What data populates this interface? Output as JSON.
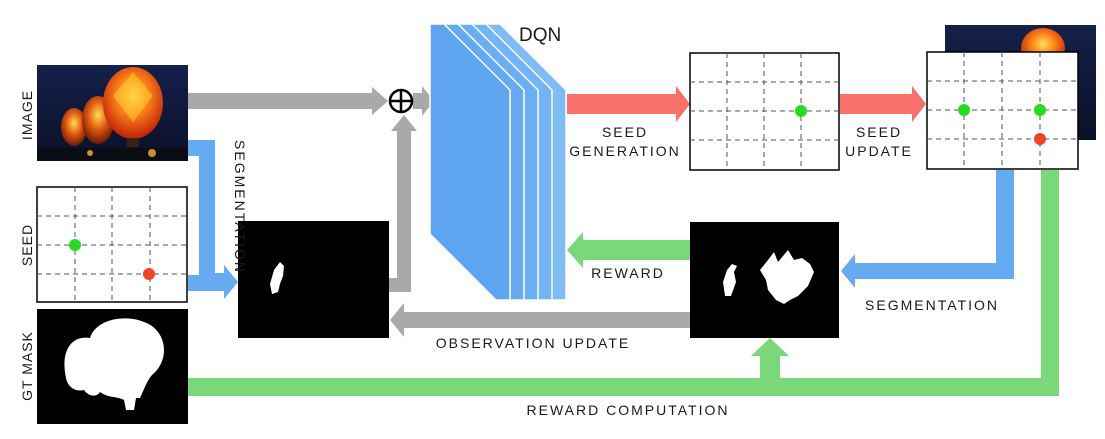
{
  "row_labels": {
    "image": "IMAGE",
    "seed": "SEED",
    "gt_mask": "GT MASK"
  },
  "network": {
    "title": "DQN"
  },
  "operator": {
    "symbol": "⊕"
  },
  "edge_labels": {
    "segmentation_left": "SEGMENTATION",
    "seed_generation_line1": "SEED",
    "seed_generation_line2": "GENERATION",
    "seed_update_line1": "SEED",
    "seed_update_line2": "UPDATE",
    "reward": "REWARD",
    "segmentation_right": "SEGMENTATION",
    "observation_update": "OBSERVATION UPDATE",
    "reward_computation": "REWARD COMPUTATION"
  },
  "colors": {
    "gray_arrow": "#a9a9a9",
    "blue_arrow": "#66aaf2",
    "red_arrow": "#f8706a",
    "green_arrow": "#7ad77a",
    "dqn_layer": "#66aaf2",
    "seed_positive": "#22dd22",
    "seed_negative": "#ee4422",
    "mask_bg": "#000000",
    "mask_fg": "#ffffff"
  }
}
